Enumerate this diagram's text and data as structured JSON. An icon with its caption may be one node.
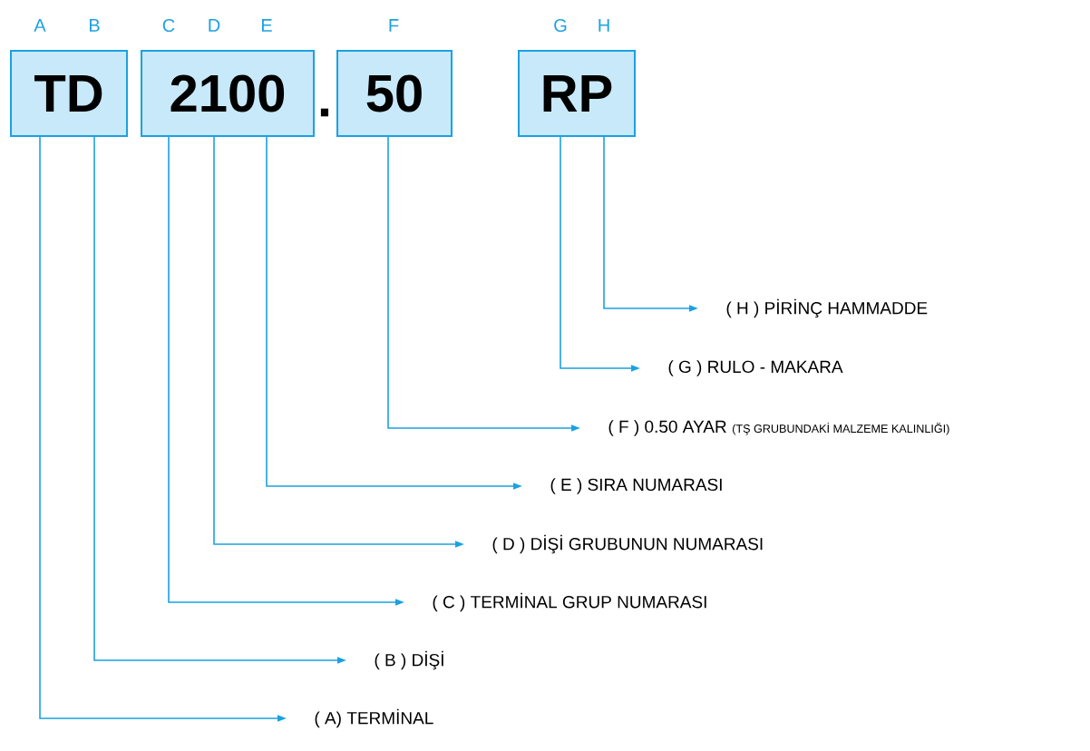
{
  "diagram": {
    "nodes": [
      {
        "text": [
          "TD"
        ]
      },
      {
        "text": [
          "2100"
        ]
      },
      {
        "text": [
          "50"
        ]
      },
      {
        "text": [
          "RP"
        ]
      },
      {
        "text": [
          "( H ) PİRİNÇ HAMMADDE"
        ]
      },
      {
        "text": [
          "( G ) RULO - MAKARA"
        ]
      },
      {
        "text": [
          "( F ) 0.50 AYAR",
          "(TŞ GRUBUNDAKİ MALZEME KALINLIĞI)"
        ]
      },
      {
        "text": [
          "( E ) SIRA NUMARASI"
        ]
      },
      {
        "text": [
          "( D ) DİŞİ GRUBUNUN NUMARASI"
        ]
      },
      {
        "text": [
          "( C ) TERMİNAL GRUP NUMARASI"
        ]
      },
      {
        "text": [
          "( B ) DİŞİ"
        ]
      },
      {
        "text": [
          "( A) TERMİNAL"
        ]
      }
    ],
    "edges": [
      {
        "from": 3,
        "to": 4,
        "arrow": "to"
      },
      {
        "from": 3,
        "to": 5,
        "arrow": "to"
      },
      {
        "from": 2,
        "to": 6,
        "arrow": "to"
      },
      {
        "from": 1,
        "to": 7,
        "arrow": "to"
      },
      {
        "from": 1,
        "to": 8,
        "arrow": "to"
      },
      {
        "from": 1,
        "to": 9,
        "arrow": "to"
      },
      {
        "from": 0,
        "to": 10,
        "arrow": "to"
      },
      {
        "from": 0,
        "to": 11,
        "arrow": "to"
      }
    ],
    "labels": [
      "A",
      "B",
      "C",
      "D",
      "E",
      "F",
      "G",
      "H",
      "."
    ]
  }
}
